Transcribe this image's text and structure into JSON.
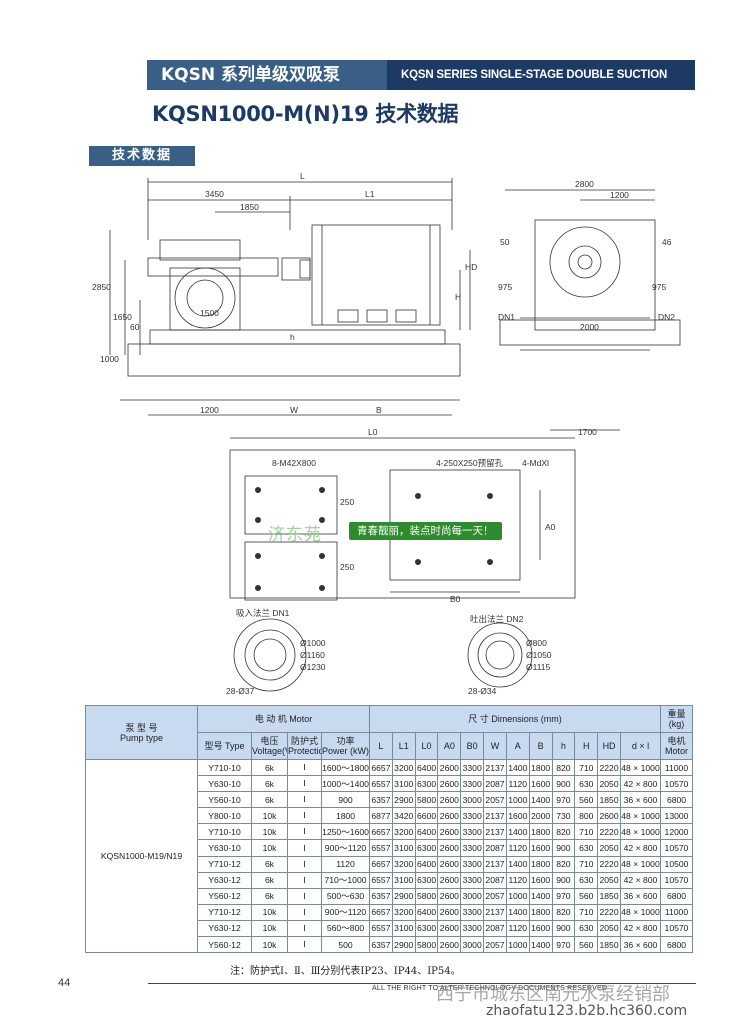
{
  "header": {
    "series_cn": "KQSN 系列单级双吸泵",
    "series_en": "KQSN SERIES SINGLE-STAGE DOUBLE SUCTION PUMPS",
    "title": "KQSN1000-M(N)19 技术数据",
    "section": "技术数据"
  },
  "drawing": {
    "dims": {
      "L": "L",
      "L1": "L1",
      "d3450": "3450",
      "d1850": "1850",
      "d2800": "2800",
      "d1200a": "1200",
      "d2850": "2850",
      "d1650": "1650",
      "d60": "60",
      "d1000": "1000",
      "d1500": "1500",
      "HD": "HD",
      "H": "H",
      "h": "h",
      "d1200b": "1200",
      "W": "W",
      "B": "B",
      "d50": "50",
      "d46": "46",
      "d975a": "975",
      "d975b": "975",
      "DN1": "DN1",
      "DN2": "DN2",
      "d2000": "2000",
      "d1700": "1700",
      "L0": "L0",
      "bolts": "8-M42X800",
      "holes": "4-250X250预留孔",
      "mdxl": "4-MdXl",
      "d250a": "250",
      "d250b": "250",
      "A0": "A0",
      "B0": "B0",
      "in_flange": "吸入法兰 DN1",
      "out_flange": "吐出法兰 DN2",
      "f1000": "Ø1000",
      "f1160": "Ø1160",
      "f1230": "Ø1230",
      "f28_37": "28-Ø37",
      "f800": "Ø800",
      "f1050": "Ø1050",
      "f1115": "Ø1115",
      "f28_34": "28-Ø34"
    }
  },
  "watermark": {
    "site": "济东苑",
    "banner": "青春靓丽，装点时尚每一天！",
    "dealer": "西宁市城东区南元水泵经销部",
    "url": "zhaofatu123.b2b.hc360.com"
  },
  "table": {
    "h_pump_cn": "泵 型 号",
    "h_pump_en": "Pump type",
    "h_motor": "电 动 机 Motor",
    "h_dims": "尺 寸 Dimensions (mm)",
    "h_weight": "重量 (kg)",
    "h_type": "型号 Type",
    "h_voltage_cn": "电压",
    "h_voltage_en": "Voltage(V)",
    "h_prot_cn": "防护式",
    "h_prot_en": "Protection",
    "h_power_cn": "功率",
    "h_power_en": "Power (kW)",
    "dim_cols": [
      "L",
      "L1",
      "L0",
      "A0",
      "B0",
      "W",
      "A",
      "B",
      "h",
      "H",
      "HD",
      "d × l"
    ],
    "h_motor_w_cn": "电机",
    "h_motor_w_en": "Motor",
    "pump_model": "KQSN1000-M19/N19",
    "rows": [
      [
        "Y710-10",
        "6k",
        "Ⅰ",
        "1600～1800",
        "6657",
        "3200",
        "6400",
        "2600",
        "3300",
        "2137",
        "1400",
        "1800",
        "820",
        "710",
        "2220",
        "48 × 1000",
        "11000"
      ],
      [
        "Y630-10",
        "6k",
        "Ⅰ",
        "1000～1400",
        "6557",
        "3100",
        "6300",
        "2600",
        "3300",
        "2087",
        "1120",
        "1600",
        "900",
        "630",
        "2050",
        "42 × 800",
        "10570"
      ],
      [
        "Y560-10",
        "6k",
        "Ⅰ",
        "900",
        "6357",
        "2900",
        "5800",
        "2600",
        "3000",
        "2057",
        "1000",
        "1400",
        "970",
        "560",
        "1850",
        "36 × 600",
        "6800"
      ],
      [
        "Y800-10",
        "10k",
        "Ⅰ",
        "1800",
        "6877",
        "3420",
        "6600",
        "2600",
        "3300",
        "2137",
        "1600",
        "2000",
        "730",
        "800",
        "2600",
        "48 × 1000",
        "13000"
      ],
      [
        "Y710-10",
        "10k",
        "Ⅰ",
        "1250～1600",
        "6657",
        "3200",
        "6400",
        "2600",
        "3300",
        "2137",
        "1400",
        "1800",
        "820",
        "710",
        "2220",
        "48 × 1000",
        "12000"
      ],
      [
        "Y630-10",
        "10k",
        "Ⅰ",
        "900～1120",
        "6557",
        "3100",
        "6300",
        "2600",
        "3300",
        "2087",
        "1120",
        "1600",
        "900",
        "630",
        "2050",
        "42 × 800",
        "10570"
      ],
      [
        "Y710-12",
        "6k",
        "Ⅰ",
        "1120",
        "6657",
        "3200",
        "6400",
        "2600",
        "3300",
        "2137",
        "1400",
        "1800",
        "820",
        "710",
        "2220",
        "48 × 1000",
        "10500"
      ],
      [
        "Y630-12",
        "6k",
        "Ⅰ",
        "710～1000",
        "6557",
        "3100",
        "6300",
        "2600",
        "3300",
        "2087",
        "1120",
        "1600",
        "900",
        "630",
        "2050",
        "42 × 800",
        "10570"
      ],
      [
        "Y560-12",
        "6k",
        "Ⅰ",
        "500～630",
        "6357",
        "2900",
        "5800",
        "2600",
        "3000",
        "2057",
        "1000",
        "1400",
        "970",
        "560",
        "1850",
        "36 × 600",
        "6800"
      ],
      [
        "Y710-12",
        "10k",
        "Ⅰ",
        "900～1120",
        "6657",
        "3200",
        "6400",
        "2600",
        "3300",
        "2137",
        "1400",
        "1800",
        "820",
        "710",
        "2220",
        "48 × 1000",
        "11000"
      ],
      [
        "Y630-12",
        "10k",
        "Ⅰ",
        "560～800",
        "6557",
        "3100",
        "6300",
        "2600",
        "3300",
        "2087",
        "1120",
        "1600",
        "900",
        "630",
        "2050",
        "42 × 800",
        "10570"
      ],
      [
        "Y560-12",
        "10k",
        "Ⅰ",
        "500",
        "6357",
        "2900",
        "5800",
        "2600",
        "3000",
        "2057",
        "1000",
        "1400",
        "970",
        "560",
        "1850",
        "36 × 600",
        "6800"
      ]
    ]
  },
  "note": "注：防护式Ⅰ、Ⅱ、Ⅲ分别代表IP23、IP44、IP54。",
  "footer": {
    "page": "44",
    "rights": "ALL THE RIGHT TO ALTER TECHNOLOGY DOCUMENTS RESERVED"
  }
}
